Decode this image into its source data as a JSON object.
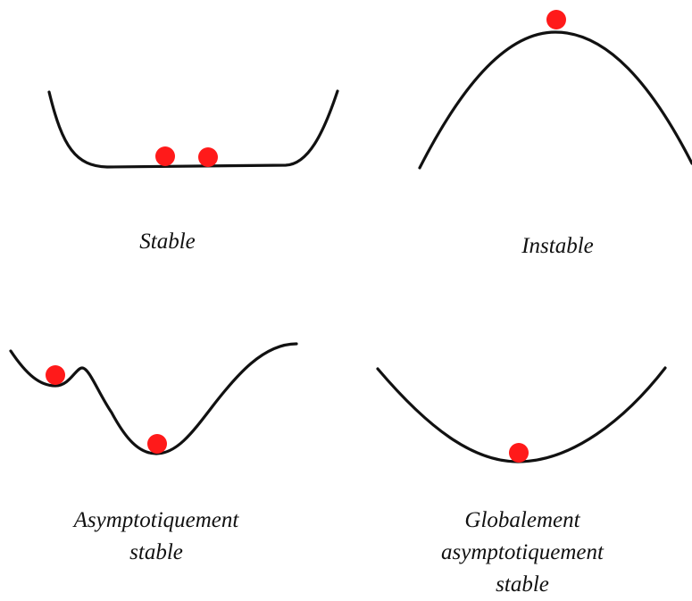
{
  "colors": {
    "curve": "#111111",
    "ball": "#ff1a1a"
  },
  "panels": [
    {
      "id": "stable",
      "caption_lines": [
        "Stable"
      ],
      "balls": 2
    },
    {
      "id": "instable",
      "caption_lines": [
        "Instable"
      ],
      "balls": 1
    },
    {
      "id": "asymptotically-stable",
      "caption_lines": [
        "Asymptotiquement",
        "stable"
      ],
      "balls": 2
    },
    {
      "id": "globally-asymptotically-stable",
      "caption_lines": [
        "Globalement",
        "asymptotiquement",
        "stable"
      ],
      "balls": 1
    }
  ]
}
